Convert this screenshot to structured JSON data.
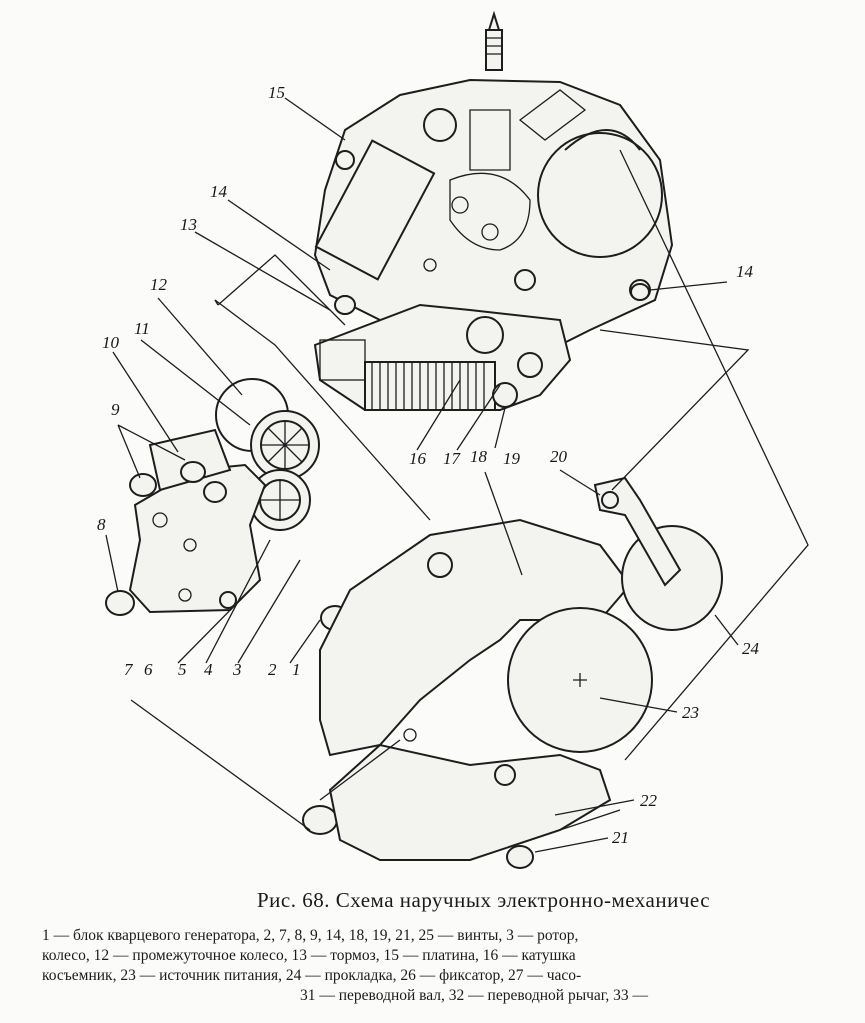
{
  "figure": {
    "caption": "Рис. 68. Схема наручных электронно-механичес",
    "legend_lines": [
      "1 — блок кварцевого генератора, 2, 7, 8, 9, 14, 18, 19, 21, 25 — винты, 3 — ротор,",
      "колесо, 12 — промежуточное колесо, 13 — тормоз, 15 — платина, 16 — катушка",
      "косъемник, 23 — источник питания, 24 — прокладка, 26 — фиксатор, 27 — часо-",
      "31 — переводной вал, 32 — переводной рычаг, 33 —"
    ],
    "part_labels": [
      "1",
      "2",
      "3",
      "4",
      "5",
      "6",
      "7",
      "8",
      "9",
      "10",
      "11",
      "12",
      "13",
      "14",
      "14",
      "15",
      "16",
      "17",
      "18",
      "19",
      "20",
      "21",
      "22",
      "23",
      "24"
    ]
  }
}
